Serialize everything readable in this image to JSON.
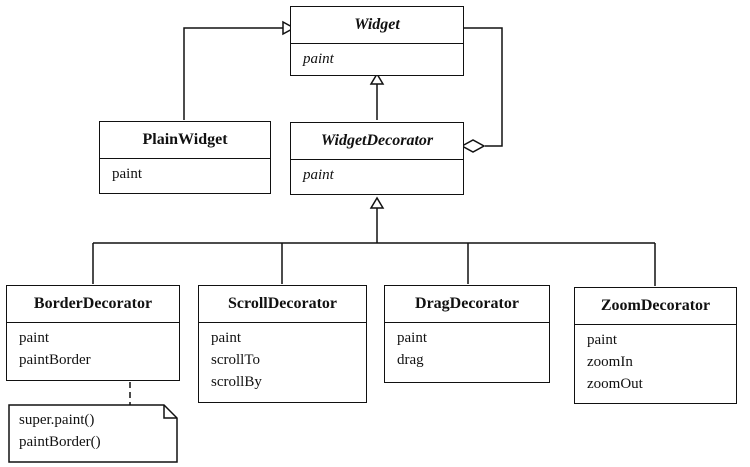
{
  "classes": {
    "widget": {
      "name": "Widget",
      "ops": [
        "paint"
      ]
    },
    "plain_widget": {
      "name": "PlainWidget",
      "ops": [
        "paint"
      ]
    },
    "widget_decorator": {
      "name": "WidgetDecorator",
      "ops": [
        "paint"
      ]
    },
    "border_decorator": {
      "name": "BorderDecorator",
      "ops": [
        "paint",
        "paintBorder"
      ]
    },
    "scroll_decorator": {
      "name": "ScrollDecorator",
      "ops": [
        "paint",
        "scrollTo",
        "scrollBy"
      ]
    },
    "drag_decorator": {
      "name": "DragDecorator",
      "ops": [
        "paint",
        "drag"
      ]
    },
    "zoom_decorator": {
      "name": "ZoomDecorator",
      "ops": [
        "paint",
        "zoomIn",
        "zoomOut"
      ]
    }
  },
  "note": {
    "lines": [
      "super.paint()",
      "paintBorder()"
    ]
  }
}
